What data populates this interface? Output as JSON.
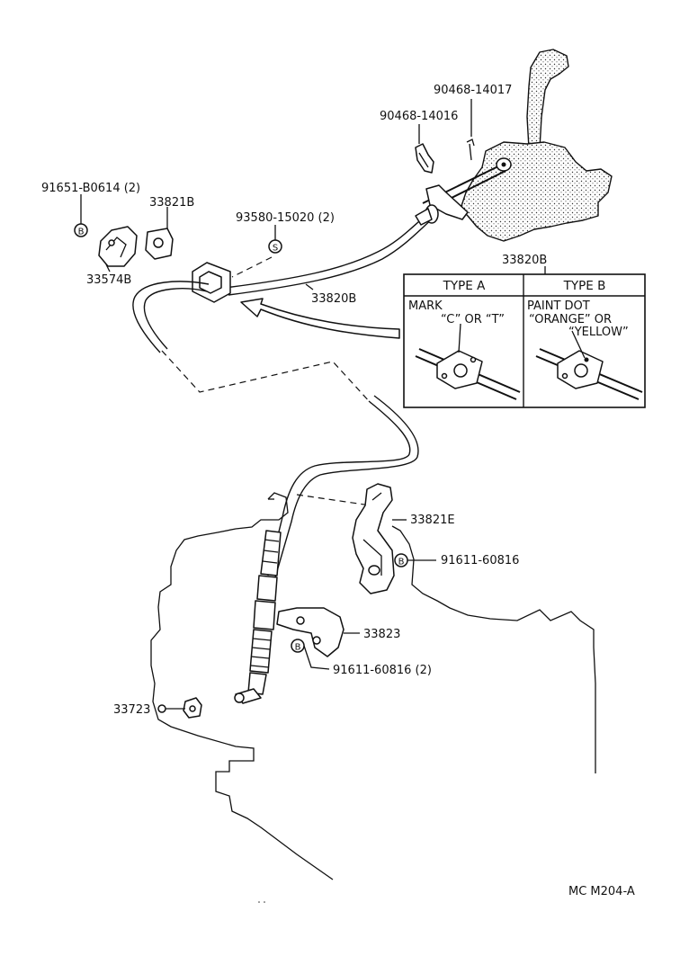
{
  "diagram": {
    "part_labels": {
      "p_90468_14017": "90468-14017",
      "p_90468_14016": "90468-14016",
      "p_91651_b0614": "91651-B0614 (2)",
      "p_33821b": "33821B",
      "p_93580_15020": "93580-15020 (2)",
      "p_33574b": "33574B",
      "p_33820b_cable": "33820B",
      "p_33820b_box": "33820B",
      "p_33821e": "33821E",
      "p_91611_60816": "91611-60816",
      "p_33823": "33823",
      "p_91611_60816_2": "91611-60816 (2)",
      "p_33723": "33723"
    },
    "symbols": {
      "bolt_letter": "B",
      "stud_letter": "S"
    },
    "inset": {
      "type_a": {
        "header": "TYPE  A",
        "line1": "MARK",
        "line2": "“C”  OR  “T”"
      },
      "type_b": {
        "header": "TYPE  B",
        "line1": "PAINT  DOT",
        "line2": "“ORANGE”  OR",
        "line3": "“YELLOW”"
      }
    },
    "footer_code": "MC  M204-A"
  }
}
